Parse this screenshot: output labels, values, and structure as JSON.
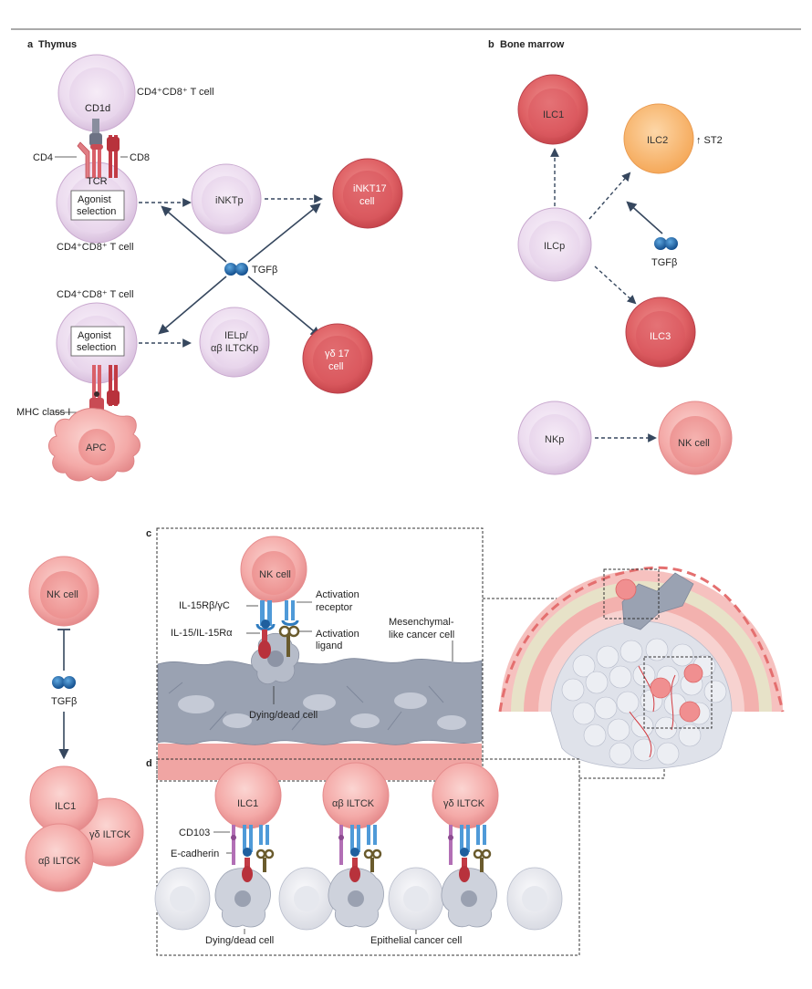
{
  "panels": {
    "a": {
      "letter": "a",
      "title": "Thymus"
    },
    "b": {
      "letter": "b",
      "title": "Bone marrow"
    },
    "c": {
      "letter": "c"
    },
    "d": {
      "letter": "d"
    }
  },
  "thymus": {
    "tcell_top": "CD4⁺CD8⁺ T cell",
    "cd1d": "CD1d",
    "cd4": "CD4",
    "cd8": "CD8",
    "tcr": "TCR",
    "agonist1_line1": "Agonist",
    "agonist1_line2": "selection",
    "tcell_mid": "CD4⁺CD8⁺ T cell",
    "tcell_low": "CD4⁺CD8⁺ T cell",
    "agonist2_line1": "Agonist",
    "agonist2_line2": "selection",
    "mhc": "MHC class I",
    "apc": "APC",
    "inktp": "iNKTp",
    "inkt17_line1": "iNKT17",
    "inkt17_line2": "cell",
    "tgfb": "TGFβ",
    "ielp_line1": "IELp/",
    "ielp_line2": "αβ ILTCKp",
    "gd17_line1": "γδ 17",
    "gd17_line2": "cell"
  },
  "marrow": {
    "ilc1": "ILC1",
    "ilc2": "ILC2",
    "st2": "↑ ST2",
    "ilcp": "ILCp",
    "tgfb": "TGFβ",
    "ilc3": "ILC3",
    "nkp": "NKp",
    "nkcell": "NK cell"
  },
  "left_panel": {
    "nkcell": "NK cell",
    "tgfb": "TGFβ",
    "ilc1": "ILC1",
    "gd_iltck": "γδ ILTCK",
    "ab_iltck": "αβ ILTCK"
  },
  "panel_c": {
    "nkcell": "NK cell",
    "il15r": "IL-15Rβ/γC",
    "activation_receptor_line1": "Activation",
    "activation_receptor_line2": "receptor",
    "il15": "IL-15/IL-15Rα",
    "activation_ligand_line1": "Activation",
    "activation_ligand_line2": "ligand",
    "mesenchymal_line1": "Mesenchymal-",
    "mesenchymal_line2": "like cancer cell",
    "dying": "Dying/dead cell"
  },
  "panel_d": {
    "cell1": "ILC1",
    "cell2": "αβ ILTCK",
    "cell3": "γδ ILTCK",
    "cd103": "CD103",
    "ecadherin": "E-cadherin",
    "dying": "Dying/dead cell",
    "epithelial": "Epithelial cancer cell"
  },
  "colors": {
    "lilac": "#efe3f2",
    "red": "#d95a63",
    "salmon": "#f0a1a1",
    "orange": "#f7b46a",
    "tgfb_blue": "#1f6fb5",
    "grey_cell": "#9aa2b2"
  }
}
